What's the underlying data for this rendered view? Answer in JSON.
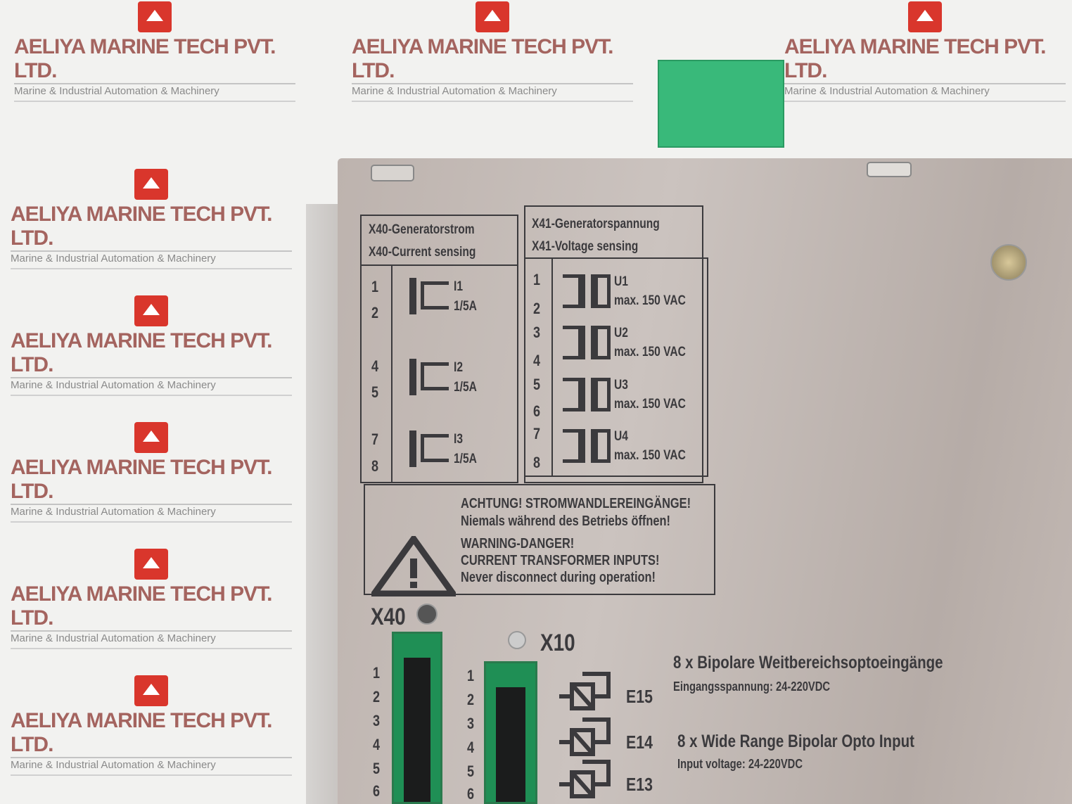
{
  "watermark": {
    "title": "AELIYA MARINE TECH PVT. LTD.",
    "subtitle": "Marine & Industrial Automation & Machinery",
    "logo_color": "#d9362c"
  },
  "label_x40": {
    "title_de": "X40-Generatorstrom",
    "title_en": "X40-Current sensing",
    "pins": [
      "1",
      "2",
      "4",
      "5",
      "7",
      "8"
    ],
    "inputs": [
      {
        "name": "I1",
        "rating": "1/5A"
      },
      {
        "name": "I2",
        "rating": "1/5A"
      },
      {
        "name": "I3",
        "rating": "1/5A"
      }
    ]
  },
  "label_x41": {
    "title_de": "X41-Generatorspannung",
    "title_en": "X41-Voltage sensing",
    "pins": [
      "1",
      "2",
      "3",
      "4",
      "5",
      "6",
      "7",
      "8"
    ],
    "inputs": [
      {
        "name": "U1",
        "rating": "max. 150 VAC"
      },
      {
        "name": "U2",
        "rating": "max. 150 VAC"
      },
      {
        "name": "U3",
        "rating": "max. 150 VAC"
      },
      {
        "name": "U4",
        "rating": "max. 150 VAC"
      }
    ]
  },
  "warning": {
    "line1": "ACHTUNG! STROMWANDLEREINGÄNGE!",
    "line2": "Niemals während des Betriebs öffnen!",
    "line3": "WARNING-DANGER!",
    "line4": "CURRENT TRANSFORMER INPUTS!",
    "line5": "Never disconnect during operation!",
    "icon": "warning-triangle-icon"
  },
  "connectors": {
    "x40": "X40",
    "x10": "X10",
    "x40_pins": [
      "1",
      "2",
      "3",
      "4",
      "5",
      "6"
    ],
    "x10_pins": [
      "1",
      "2",
      "3",
      "4",
      "5",
      "6"
    ],
    "color": "#39b97a"
  },
  "inputs": {
    "de_title": "8 x Bipolare Weitbereichsoptoeingänge",
    "de_sub": "Eingangsspannung: 24-220VDC",
    "en_title": "8 x Wide Range Bipolar Opto Input",
    "en_sub": "Input voltage: 24-220VDC",
    "labels": [
      "E15",
      "E14",
      "E13"
    ]
  }
}
